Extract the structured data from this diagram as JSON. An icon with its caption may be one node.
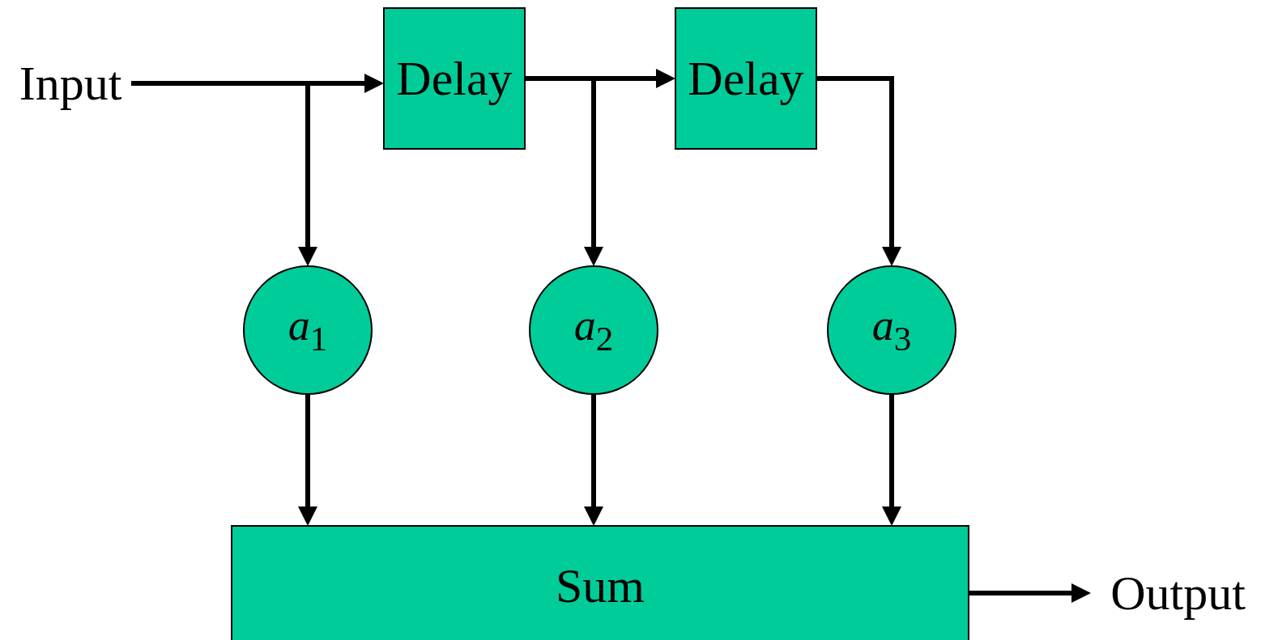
{
  "diagram": {
    "nodes": [
      {
        "text": [
          "Input"
        ]
      },
      {
        "text": [
          "Delay"
        ]
      },
      {
        "text": [
          "Delay"
        ]
      },
      {
        "text": [
          "*a*$_{1}$"
        ]
      },
      {
        "text": [
          "*a*$_{2}$"
        ]
      },
      {
        "text": [
          "*a*$_{3}$"
        ]
      },
      {
        "text": [
          "Sum"
        ]
      },
      {
        "text": [
          "Output"
        ]
      }
    ],
    "edges": [
      {
        "from": 0,
        "to": 1,
        "arrow": "to"
      },
      {
        "from": 0,
        "to": 3,
        "arrow": "to"
      },
      {
        "from": 1,
        "to": 2,
        "arrow": "to"
      },
      {
        "from": 1,
        "to": 4,
        "arrow": "to"
      },
      {
        "from": 2,
        "to": 5,
        "arrow": "to"
      },
      {
        "from": 3,
        "to": 6,
        "arrow": "to"
      },
      {
        "from": 4,
        "to": 6,
        "arrow": "to"
      },
      {
        "from": 5,
        "to": 6,
        "arrow": "to"
      },
      {
        "from": 6,
        "to": 7,
        "arrow": "to"
      }
    ]
  }
}
